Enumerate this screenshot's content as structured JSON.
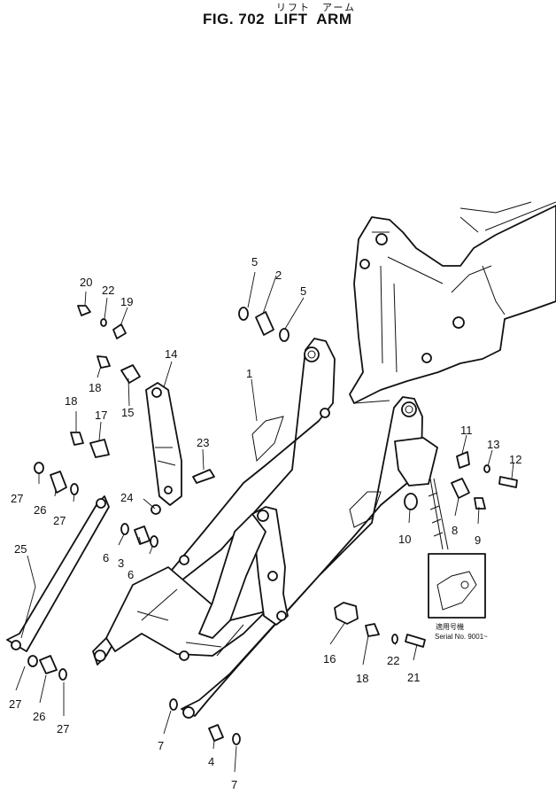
{
  "header": {
    "kana_1": "リフト",
    "kana_2": "アーム",
    "title": "FIG. 702  LIFT  ARM"
  },
  "inset": {
    "japanese_label": "適用号機",
    "serial_text": "Serial No. 9001~"
  },
  "callouts": [
    {
      "id": "20",
      "text": "20"
    },
    {
      "id": "22a",
      "text": "22"
    },
    {
      "id": "19",
      "text": "19"
    },
    {
      "id": "18a",
      "text": "18"
    },
    {
      "id": "15",
      "text": "15"
    },
    {
      "id": "14",
      "text": "14"
    },
    {
      "id": "18b",
      "text": "18"
    },
    {
      "id": "17",
      "text": "17"
    },
    {
      "id": "23",
      "text": "23"
    },
    {
      "id": "27a",
      "text": "27"
    },
    {
      "id": "26a",
      "text": "26"
    },
    {
      "id": "27b",
      "text": "27"
    },
    {
      "id": "24",
      "text": "24"
    },
    {
      "id": "25",
      "text": "25"
    },
    {
      "id": "6a",
      "text": "6"
    },
    {
      "id": "3",
      "text": "3"
    },
    {
      "id": "6b",
      "text": "6"
    },
    {
      "id": "5a",
      "text": "5"
    },
    {
      "id": "2",
      "text": "2"
    },
    {
      "id": "5b",
      "text": "5"
    },
    {
      "id": "1",
      "text": "1"
    },
    {
      "id": "11",
      "text": "11"
    },
    {
      "id": "13",
      "text": "13"
    },
    {
      "id": "12",
      "text": "12"
    },
    {
      "id": "10",
      "text": "10"
    },
    {
      "id": "8",
      "text": "8"
    },
    {
      "id": "9",
      "text": "9"
    },
    {
      "id": "16",
      "text": "16"
    },
    {
      "id": "18c",
      "text": "18"
    },
    {
      "id": "22b",
      "text": "22"
    },
    {
      "id": "21",
      "text": "21"
    },
    {
      "id": "27c",
      "text": "27"
    },
    {
      "id": "26b",
      "text": "26"
    },
    {
      "id": "27d",
      "text": "27"
    },
    {
      "id": "7a",
      "text": "7"
    },
    {
      "id": "4",
      "text": "4"
    },
    {
      "id": "7b",
      "text": "7"
    }
  ]
}
